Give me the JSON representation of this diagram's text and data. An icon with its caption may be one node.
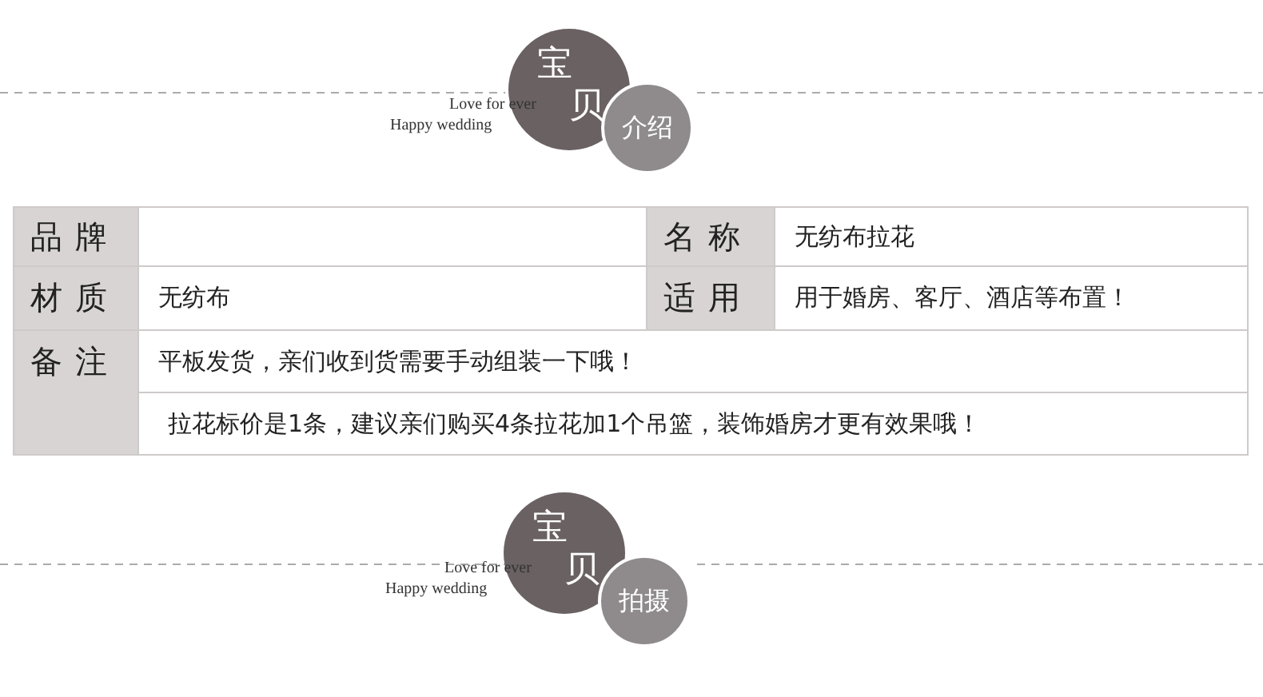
{
  "diagram": {
    "nodes": [
      {
        "text": [
          "宝贝"
        ]
      },
      {
        "text": [
          "介绍"
        ]
      },
      {
        "text": [
          "宝贝"
        ]
      },
      {
        "text": [
          "拍摄"
        ]
      }
    ],
    "labels": [
      "Love for ever",
      "Happy wedding",
      "品牌",
      "名称",
      "无纺布拉花",
      "材质",
      "无纺布",
      "适用",
      "用于婚房、客厅、酒店等布置！",
      "备注",
      "平板发货，亲们收到货需要手动组装一下哦！",
      "拉花标价是1条，建议亲们购买4条拉花加1个吊篮，装饰婚房才更有效果哦！",
      "Love for ever",
      "Happy wedding"
    ]
  }
}
